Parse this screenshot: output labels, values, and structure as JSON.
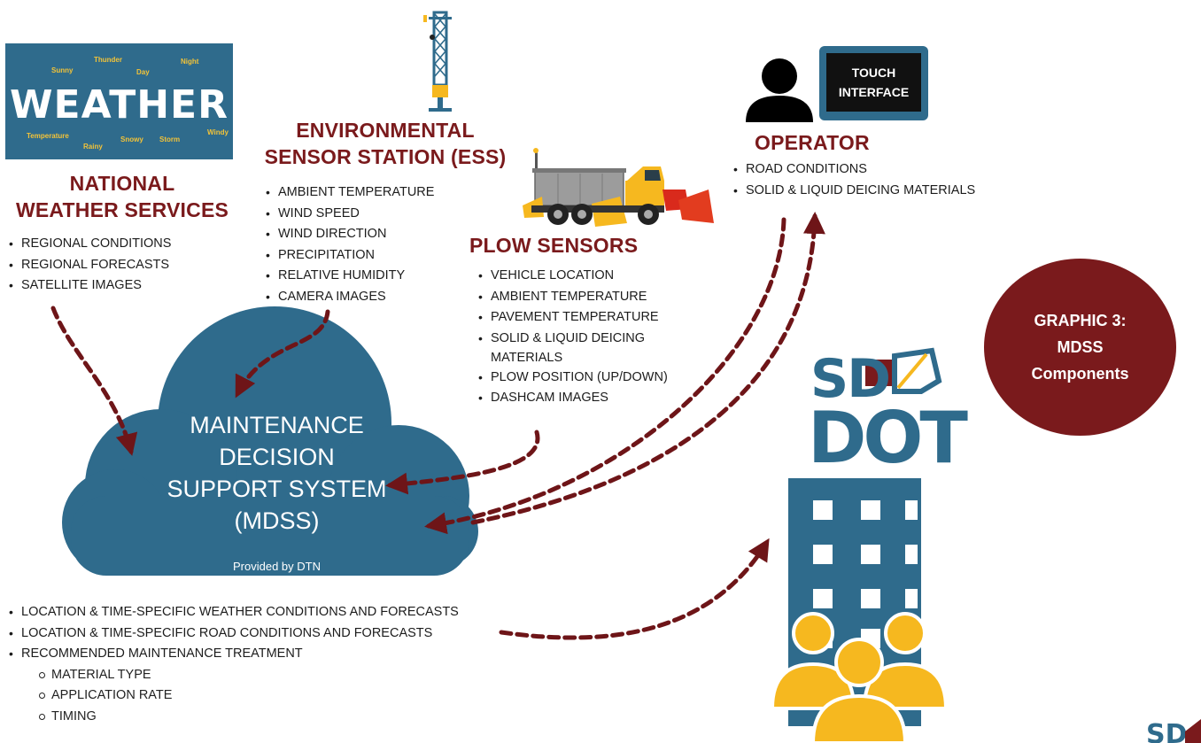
{
  "weather_banner": {
    "title": "WEATHER",
    "words": [
      "Sunny",
      "Thunder",
      "Day",
      "Night",
      "Temperature",
      "Rainy",
      "Snowy",
      "Storm",
      "Windy"
    ]
  },
  "nws": {
    "heading_line1": "NATIONAL",
    "heading_line2": "WEATHER SERVICES",
    "items": [
      "REGIONAL CONDITIONS",
      "REGIONAL FORECASTS",
      "SATELLITE IMAGES"
    ]
  },
  "ess": {
    "heading_line1": "ENVIRONMENTAL",
    "heading_line2": "SENSOR STATION (ESS)",
    "items": [
      "AMBIENT TEMPERATURE",
      "WIND SPEED",
      "WIND DIRECTION",
      "PRECIPITATION",
      "RELATIVE HUMIDITY",
      "CAMERA IMAGES"
    ]
  },
  "plow": {
    "heading": "PLOW SENSORS",
    "items": [
      "VEHICLE LOCATION",
      "AMBIENT TEMPERATURE",
      "PAVEMENT TEMPERATURE",
      "SOLID & LIQUID DEICING MATERIALS",
      "PLOW POSITION (UP/DOWN)",
      "DASHCAM IMAGES"
    ]
  },
  "operator": {
    "heading": "OPERATOR",
    "screen_line1": "TOUCH",
    "screen_line2": "INTERFACE",
    "items": [
      "ROAD CONDITIONS",
      "SOLID & LIQUID DEICING MATERIALS"
    ]
  },
  "mdss": {
    "line1": "MAINTENANCE",
    "line2": "DECISION",
    "line3": "SUPPORT SYSTEM",
    "line4": "(MDSS)",
    "provider": "Provided by DTN"
  },
  "outputs": {
    "items": [
      "LOCATION & TIME-SPECIFIC WEATHER CONDITIONS AND FORECASTS",
      "LOCATION & TIME-SPECIFIC ROAD CONDITIONS AND FORECASTS",
      "RECOMMENDED MAINTENANCE TREATMENT"
    ],
    "sub_items": [
      "MATERIAL TYPE",
      "APPLICATION RATE",
      "TIMING"
    ]
  },
  "badge": {
    "line1": "GRAPHIC 3:",
    "line2": "MDSS",
    "line3": "Components"
  },
  "sddot": {
    "line1": "SD",
    "line2": "DOT"
  },
  "colors": {
    "maroon": "#7a1a1c",
    "blue": "#2f6b8c",
    "gold": "#f6b81f"
  }
}
